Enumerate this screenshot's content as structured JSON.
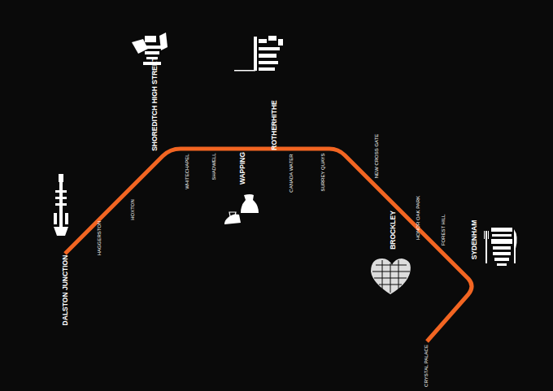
{
  "diagram": {
    "labels": [
      "DALSTON JUNCTION",
      "HAGGERSTON",
      "HOXTON",
      "SHOREDITCH HIGH STREET",
      "WHITECHAPEL",
      "SHADWELL",
      "WAPPING",
      "ROTHERHITHE",
      "CANADA WATER",
      "SURREY QUAYS",
      "NEW CROSS GATE",
      "BROCKLEY",
      "HONOR OAK PARK",
      "FOREST HILL",
      "SYDENHAM",
      "CRYSTAL PALACE"
    ]
  }
}
